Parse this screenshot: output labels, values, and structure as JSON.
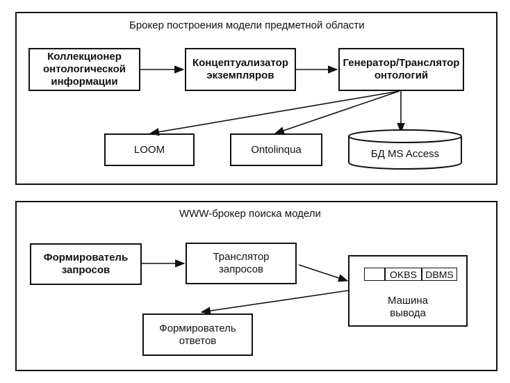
{
  "top_panel": {
    "title": "Брокер построения модели предметной области",
    "collector": "Коллекционер\nонтологической\nинформации",
    "conceptualizer": "Концептуализатор\nэкземпляров",
    "generator": "Генератор/Транслятор\nонтологий",
    "loom": "LOOM",
    "ontolingua": "Ontolinqua",
    "db": "БД MS Access"
  },
  "bottom_panel": {
    "title": "WWW-брокер поиска модели",
    "query_former": "Формирователь\nзапросов",
    "query_translator": "Транслятор\nзапросов",
    "engine": "Машина\nвывода",
    "engine_tags": [
      "",
      "OKBS",
      "DBMS"
    ],
    "answer_former": "Формирователь\nответов"
  }
}
